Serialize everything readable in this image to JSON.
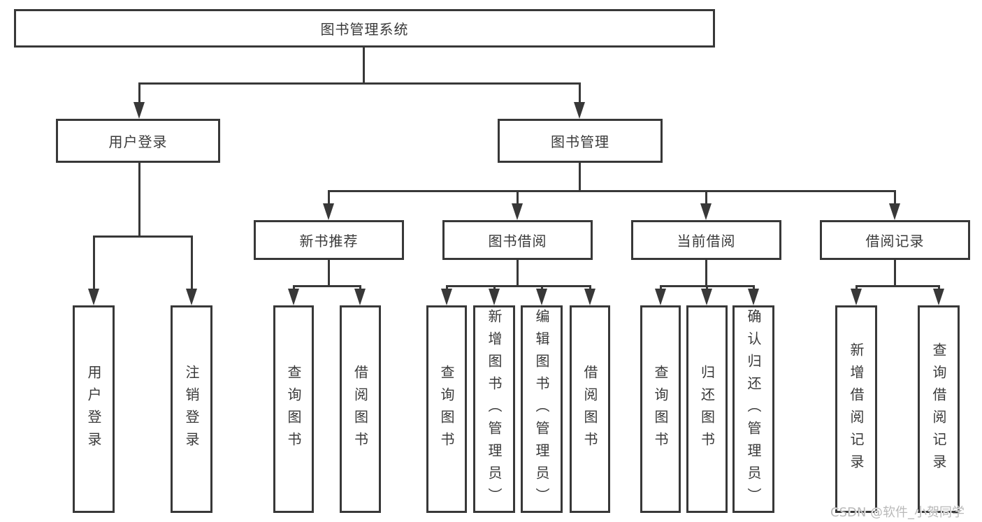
{
  "diagram": {
    "title_node": "图书管理系统",
    "level2": [
      "用户登录",
      "图书管理"
    ],
    "level3": [
      "新书推荐",
      "图书借阅",
      "当前借阅",
      "借阅记录"
    ],
    "leaves_user_login": [
      "用户登录",
      "注销登录"
    ],
    "leaves_new_book": [
      "查询图书",
      "借阅图书"
    ],
    "leaves_book_borrow": [
      "查询图书",
      "新增图书（管理员）",
      "编辑图书（管理员）",
      "借阅图书"
    ],
    "leaves_current_borrow": [
      "查询图书",
      "归还图书",
      "确认归还（管理员）"
    ],
    "leaves_borrow_record": [
      "新增借阅记录",
      "查询借阅记录"
    ],
    "watermark": "CSDN @软件_小贺同学",
    "colors": {
      "line": "#383838",
      "box_border": "#383838",
      "text": "#3a3a3a",
      "background": "#ffffff",
      "watermark": "#b9b9b9"
    }
  }
}
